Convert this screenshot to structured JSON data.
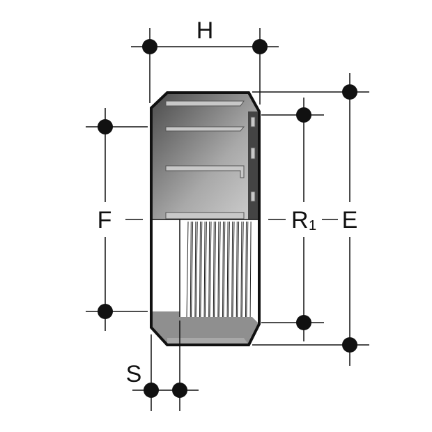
{
  "diagram": {
    "labels": {
      "H": "H",
      "E": "E",
      "R": "R",
      "R_sub": "1",
      "F": "F",
      "S": "S"
    },
    "colors": {
      "line": "#111111",
      "body_dark": "#5a5a5a",
      "body_light": "#bdbdbd",
      "band": "#8f8f8f"
    }
  }
}
